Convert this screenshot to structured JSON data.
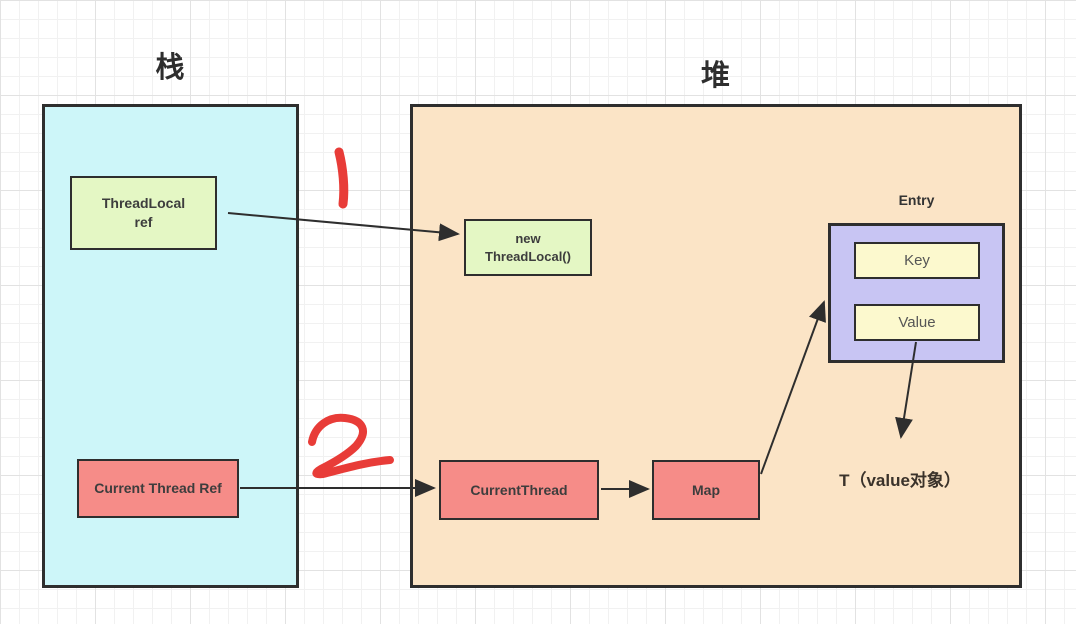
{
  "diagram": {
    "stack": {
      "title": "栈",
      "threadlocal_ref": {
        "line1": "ThreadLocal",
        "line2": "ref"
      },
      "current_thread_ref": {
        "label": "Current Thread Ref"
      }
    },
    "heap": {
      "title": "堆",
      "new_threadlocal": {
        "line1": "new",
        "line2": "ThreadLocal()"
      },
      "current_thread": {
        "label": "CurrentThread"
      },
      "map": {
        "label": "Map"
      },
      "entry": {
        "title": "Entry",
        "key": "Key",
        "value": "Value"
      },
      "t_value": {
        "label": "T（value对象）"
      }
    },
    "annotations": {
      "step1": "1",
      "step2": "2"
    },
    "arrows": [
      {
        "name": "threadlocal-ref-to-new-threadlocal"
      },
      {
        "name": "current-thread-ref-to-current-thread"
      },
      {
        "name": "current-thread-to-map"
      },
      {
        "name": "map-to-entry"
      },
      {
        "name": "value-to-t-object"
      }
    ]
  },
  "colors": {
    "stack_fill": "#cdf6f9",
    "heap_fill": "#fbe4c6",
    "green_fill": "#e4f7c4",
    "pink_fill": "#f68c88",
    "purple_fill": "#c8c5f3",
    "yellow_fill": "#fcf9ce",
    "border": "#2e2e2e",
    "red_annotation": "#e83c38",
    "grid_line": "#e2e2e2"
  }
}
